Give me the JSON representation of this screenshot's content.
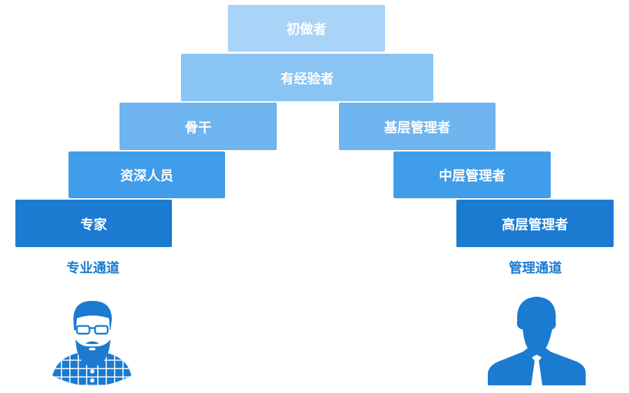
{
  "top": [
    "初做者",
    "有经验者"
  ],
  "professional": {
    "label": "专业通道",
    "levels": [
      "骨干",
      "资深人员",
      "专家"
    ]
  },
  "management": {
    "label": "管理通道",
    "levels": [
      "基层管理者",
      "中层管理者",
      "高层管理者"
    ]
  },
  "colors": {
    "level1": "#aad4f7",
    "level2": "#89c4f5",
    "level3": "#6fb5f0",
    "level4": "#3f9dea",
    "level5": "#1a7bd0"
  }
}
